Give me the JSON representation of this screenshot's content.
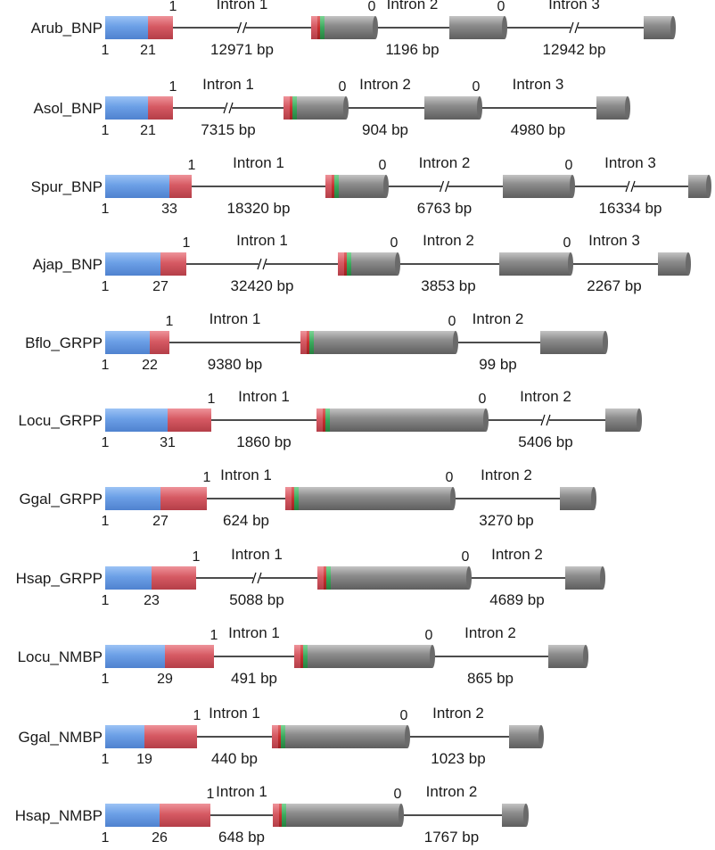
{
  "colors": {
    "signal": "#6b9fe6",
    "propeptide": "#d65a63",
    "exon": "#8a8a8a",
    "red_band": "#c8302f",
    "green_band": "#3aa85c",
    "line": "#111111"
  },
  "genes": [
    {
      "name": "Arub_BNP",
      "signal_start": "1",
      "signal_end": "21",
      "phase1": "1",
      "introns": [
        {
          "label": "Intron 1",
          "size": "12971 bp",
          "phase": "0",
          "break": true
        },
        {
          "label": "Intron 2",
          "size": "1196 bp",
          "phase": "0",
          "break": false
        },
        {
          "label": "Intron 3",
          "size": "12942 bp",
          "break": true
        }
      ]
    },
    {
      "name": "Asol_BNP",
      "signal_start": "1",
      "signal_end": "21",
      "phase1": "1",
      "introns": [
        {
          "label": "Intron 1",
          "size": "7315 bp",
          "phase": "0",
          "break": true
        },
        {
          "label": "Intron 2",
          "size": "904 bp",
          "phase": "0",
          "break": false
        },
        {
          "label": "Intron 3",
          "size": "4980 bp",
          "break": false
        }
      ]
    },
    {
      "name": "Spur_BNP",
      "signal_start": "1",
      "signal_end": "33",
      "phase1": "1",
      "introns": [
        {
          "label": "Intron 1",
          "size": "18320 bp",
          "phase": "0",
          "break": false
        },
        {
          "label": "Intron 2",
          "size": "6763 bp",
          "phase": "0",
          "break": true
        },
        {
          "label": "Intron 3",
          "size": "16334 bp",
          "break": true
        }
      ]
    },
    {
      "name": "Ajap_BNP",
      "signal_start": "1",
      "signal_end": "27",
      "phase1": "1",
      "introns": [
        {
          "label": "Intron 1",
          "size": "32420 bp",
          "phase": "0",
          "break": true
        },
        {
          "label": "Intron 2",
          "size": "3853 bp",
          "phase": "0",
          "break": false
        },
        {
          "label": "Intron 3",
          "size": "2267 bp",
          "break": false
        }
      ]
    },
    {
      "name": "Bflo_GRPP",
      "signal_start": "1",
      "signal_end": "22",
      "phase1": "1",
      "introns": [
        {
          "label": "Intron 1",
          "size": "9380 bp",
          "phase": "0",
          "break": false
        },
        {
          "label": "Intron 2",
          "size": "99 bp",
          "break": false
        }
      ]
    },
    {
      "name": "Locu_GRPP",
      "signal_start": "1",
      "signal_end": "31",
      "phase1": "1",
      "introns": [
        {
          "label": "Intron 1",
          "size": "1860 bp",
          "phase": "0",
          "break": false
        },
        {
          "label": "Intron 2",
          "size": "5406 bp",
          "break": true
        }
      ]
    },
    {
      "name": "Ggal_GRPP",
      "signal_start": "1",
      "signal_end": "27",
      "phase1": "1",
      "introns": [
        {
          "label": "Intron 1",
          "size": "624 bp",
          "phase": "0",
          "break": false
        },
        {
          "label": "Intron 2",
          "size": "3270 bp",
          "break": false
        }
      ]
    },
    {
      "name": "Hsap_GRPP",
      "signal_start": "1",
      "signal_end": "23",
      "phase1": "1",
      "introns": [
        {
          "label": "Intron 1",
          "size": "5088 bp",
          "phase": "0",
          "break": true
        },
        {
          "label": "Intron 2",
          "size": "4689 bp",
          "break": false
        }
      ]
    },
    {
      "name": "Locu_NMBP",
      "signal_start": "1",
      "signal_end": "29",
      "phase1": "1",
      "introns": [
        {
          "label": "Intron 1",
          "size": "491 bp",
          "phase": "0",
          "break": false
        },
        {
          "label": "Intron 2",
          "size": "865 bp",
          "break": false
        }
      ]
    },
    {
      "name": "Ggal_NMBP",
      "signal_start": "1",
      "signal_end": "19",
      "phase1": "1",
      "introns": [
        {
          "label": "Intron 1",
          "size": "440 bp",
          "phase": "0",
          "break": false
        },
        {
          "label": "Intron 2",
          "size": "1023 bp",
          "break": false
        }
      ]
    },
    {
      "name": "Hsap_NMBP",
      "signal_start": "1",
      "signal_end": "26",
      "phase1": "1",
      "introns": [
        {
          "label": "Intron 1",
          "size": "648 bp",
          "phase": "0",
          "break": false
        },
        {
          "label": "Intron 2",
          "size": "1767 bp",
          "break": false
        }
      ]
    }
  ]
}
